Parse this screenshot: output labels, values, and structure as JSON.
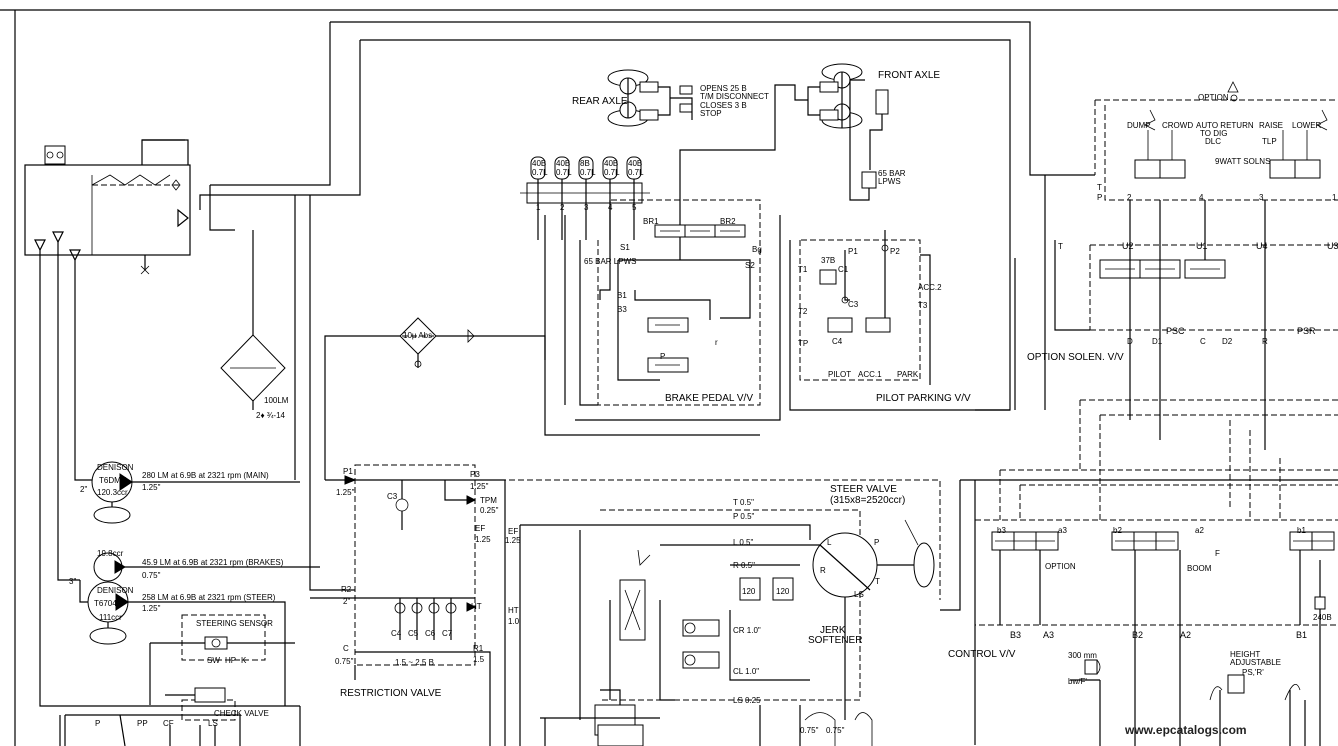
{
  "axles": {
    "rear": "REAR AXLE",
    "front": "FRONT AXLE",
    "opens": "OPENS 25 B",
    "disconnect": "T/M DISCONNECT",
    "closes": "CLOSES 3 B",
    "stop": "STOP",
    "lpws_65": "65 BAR",
    "lpws": "LPWS"
  },
  "accumulators": [
    "40B",
    "40B",
    "8B",
    "40B",
    "40B"
  ],
  "accumulator_vol": "0.7L",
  "manifold_ports": [
    "1",
    "2",
    "3",
    "4",
    "5"
  ],
  "brake": {
    "br1": "BR1",
    "br2": "BR2",
    "s1": "S1",
    "s2": "S2",
    "bg": "Bg",
    "b1": "B1",
    "b3": "B3",
    "p": "P",
    "r": "r",
    "lpws": "65 BAR LPWS",
    "title": "BRAKE PEDAL V/V"
  },
  "parking": {
    "p1": "P1",
    "p2": "P2",
    "t1": "T1",
    "t2": "T2",
    "t3": "T3",
    "tp": "TP",
    "c1": "C1",
    "c3": "C3",
    "c4": "C4",
    "b37": "37B",
    "acc2": "ACC.2",
    "acc1": "ACC.1",
    "pilot": "PILOT",
    "park": "PARK",
    "title": "PILOT PARKING V/V"
  },
  "option_valve": {
    "option": "OPTION",
    "dump": "DUMP",
    "crowd": "CROWD",
    "auto_return": "AUTO RETURN",
    "to_dig": "TO DIG",
    "dlc": "DLC",
    "raise": "RAISE",
    "lower": "LOWER",
    "watt": "9WATT SOLNS",
    "tlp": "TLP",
    "ports": [
      "T",
      "P",
      "2",
      "4",
      "3",
      "1"
    ],
    "u": [
      "U2",
      "U1",
      "U4",
      "U3"
    ],
    "t": "T",
    "d": "D",
    "d1": "D1",
    "c": "C",
    "d2": "D2",
    "r": "R",
    "psc": "PSC",
    "psr": "PSR",
    "title": "OPTION SOLEN. V/V"
  },
  "filter": {
    "rating": "10µ Abs"
  },
  "cooler": {
    "flow": "100LM",
    "spec": "2♦ ¾-14"
  },
  "pumps": {
    "main_brand": "DENISON",
    "main_model": "T6DMY",
    "main_cc": "120.3ccr",
    "main_flow": "280 LM at 6.9B at 2321 rpm (MAIN)",
    "main_size": "1.25\"",
    "main_inlet": "2\"",
    "brake_cc": "19.8ccr",
    "brake_flow": "45.9 LM at 6.9B at 2321 rpm (BRAKES)",
    "brake_size": "0.75\"",
    "steer_brand": "DENISON",
    "steer_model": "T6704B",
    "steer_cc": "111ccr",
    "steer_flow": "258 LM at 6.9B at 2321 rpm (STEER)",
    "steer_size": "1.25\"",
    "steer_inlet": "3\""
  },
  "restriction": {
    "p1": "P1",
    "p1_size": "1.25\"",
    "p3": "P3",
    "p3_size": "1.25\"",
    "tpm": "TPM",
    "tpm_size": "0.25\"",
    "c3": "C3",
    "ef": "EF",
    "ef_size": "1.25",
    "r2": "R2",
    "r2_size": "2\"",
    "ht": "HT",
    "c": "C",
    "c_size": "0.75\"",
    "r1": "R1",
    "r1_size": "1.5",
    "checks": [
      "C4",
      "C5",
      "C6",
      "C7"
    ],
    "range": "1.5 ~ 2.5 B",
    "title": "RESTRICTION VALVE"
  },
  "steer": {
    "title": "STEER VALVE",
    "spec": "(315x8=2520ccr)",
    "t_size": "T 0.5\"",
    "p_size": "P 0.5\"",
    "l_size": "L 0.5\"",
    "r_size": "R 0.5\"",
    "cr_size": "CR 1.0\"",
    "cl_size": "CL 1.0\"",
    "ls_size": "LS 0.25",
    "ef": "EF",
    "ef_size": "1.25",
    "ht": "HT",
    "ht_size": "1.0",
    "relief": "120",
    "l": "L",
    "p": "P",
    "r": "R",
    "t": "T",
    "ls": "LS",
    "bot1": "0.75\"",
    "bot2": "0.75\"",
    "jerk1": "JERK",
    "jerk2": "SOFTENER"
  },
  "sensors": {
    "steering": "STEERING SENSOR",
    "sw": "SW",
    "hp": "HP",
    "k": "K",
    "check": "CHECK VALVE",
    "pp": "PP",
    "cf": "CF",
    "ls": "LS",
    "p": "P"
  },
  "control": {
    "b3": "b3",
    "a3": "a3",
    "b2": "b2",
    "a2": "a2",
    "b1": "b1",
    "B3": "B3",
    "A3": "A3",
    "B2": "B2",
    "A2": "A2",
    "B1": "B1",
    "option": "OPTION",
    "boom": "BOOM",
    "f": "F",
    "title": "CONTROL V/V",
    "sensor_300": "300 mm",
    "sensor_dist": "bw/F'",
    "height": "HEIGHT",
    "adjustable": "ADJUSTABLE",
    "ps_r": "PS,'R'",
    "b240": "240B"
  },
  "watermark": "www.epcatalogs.com"
}
